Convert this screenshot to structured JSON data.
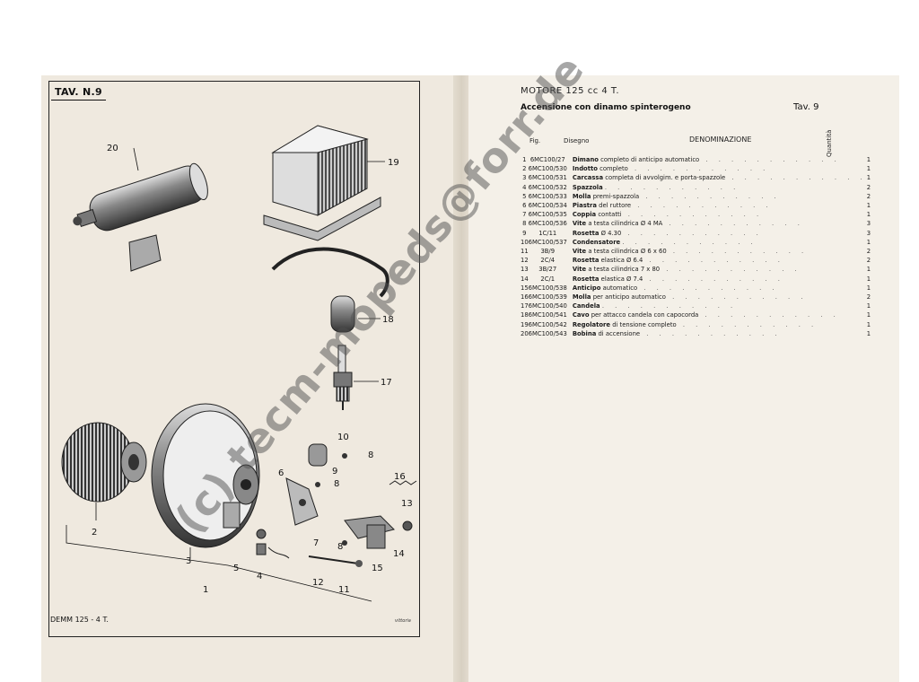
{
  "left_page": {
    "plate_label": "TAV. N.9",
    "footer": "DEMM 125 - 4 T.",
    "signature": "vittoria",
    "callouts": [
      "20",
      "19",
      "18",
      "17",
      "10",
      "8",
      "9",
      "8",
      "6",
      "16",
      "13",
      "2",
      "3",
      "5",
      "4",
      "7",
      "8",
      "14",
      "15",
      "12",
      "11",
      "1"
    ]
  },
  "right_page": {
    "title": "MOTORE 125 cc 4 T.",
    "subtitle": "Accensione con dinamo spinterogeno",
    "tav": "Tav. 9",
    "headers": {
      "fig": "Fig.",
      "drawing": "Disegno",
      "name": "DENOMINAZIONE",
      "qty": "Quantità"
    },
    "rows": [
      {
        "fig": "1",
        "drawing": "6MC100/27",
        "name_bold": "Dimano",
        "name_rest": "completo di anticipo automatico",
        "qty": "1"
      },
      {
        "fig": "2",
        "drawing": "6MC100/530",
        "name_bold": "Indotto",
        "name_rest": "completo",
        "qty": "1"
      },
      {
        "fig": "3",
        "drawing": "6MC100/531",
        "name_bold": "Carcassa",
        "name_rest": "completa di avvolgim. e porta-spazzole",
        "qty": "1"
      },
      {
        "fig": "4",
        "drawing": "6MC100/532",
        "name_bold": "Spazzola",
        "name_rest": "",
        "qty": "2"
      },
      {
        "fig": "5",
        "drawing": "6MC100/533",
        "name_bold": "Molla",
        "name_rest": "premi-spazzola",
        "qty": "2"
      },
      {
        "fig": "6",
        "drawing": "6MC100/534",
        "name_bold": "Piastra",
        "name_rest": "del ruttore",
        "qty": "1"
      },
      {
        "fig": "7",
        "drawing": "6MC100/535",
        "name_bold": "Coppia",
        "name_rest": "contatti",
        "qty": "1"
      },
      {
        "fig": "8",
        "drawing": "6MC100/536",
        "name_bold": "Vite",
        "name_rest": "a testa cilindrica Ø 4 MA",
        "qty": "3"
      },
      {
        "fig": "9",
        "drawing": "1C/11",
        "name_bold": "Rosetta",
        "name_rest": "Ø 4.30",
        "qty": "3"
      },
      {
        "fig": "10",
        "drawing": "6MC100/537",
        "name_bold": "Condensatore",
        "name_rest": "",
        "qty": "1"
      },
      {
        "fig": "11",
        "drawing": "3B/9",
        "name_bold": "Vite",
        "name_rest": "a testa cilindrica Ø 6 x 60",
        "qty": "2"
      },
      {
        "fig": "12",
        "drawing": "2C/4",
        "name_bold": "Rosetta",
        "name_rest": "elastica Ø 6.4",
        "qty": "2"
      },
      {
        "fig": "13",
        "drawing": "3B/27",
        "name_bold": "Vite",
        "name_rest": "a testa cilindrica 7 x 80",
        "qty": "1"
      },
      {
        "fig": "14",
        "drawing": "2C/1",
        "name_bold": "Rosetta",
        "name_rest": "elastica Ø 7.4",
        "qty": "1"
      },
      {
        "fig": "15",
        "drawing": "6MC100/538",
        "name_bold": "Anticipo",
        "name_rest": "automatico",
        "qty": "1"
      },
      {
        "fig": "16",
        "drawing": "6MC100/539",
        "name_bold": "Molla",
        "name_rest": "per anticipo automatico",
        "qty": "2"
      },
      {
        "fig": "17",
        "drawing": "6MC100/540",
        "name_bold": "Candela",
        "name_rest": "",
        "qty": "1"
      },
      {
        "fig": "18",
        "drawing": "6MC100/541",
        "name_bold": "Cavo",
        "name_rest": "per attacco candela con capocorda",
        "qty": "1"
      },
      {
        "fig": "19",
        "drawing": "6MC100/542",
        "name_bold": "Regolatore",
        "name_rest": "di tensione completo",
        "qty": "1"
      },
      {
        "fig": "20",
        "drawing": "6MC100/543",
        "name_bold": "Bobina",
        "name_rest": "di accensione",
        "qty": "1"
      }
    ]
  },
  "watermark": "(c) tecm-mopeds@forr.de",
  "colors": {
    "paper_left": "#efe9df",
    "paper_right": "#f4f0e8",
    "ink": "#111111",
    "watermark": "#505050"
  }
}
